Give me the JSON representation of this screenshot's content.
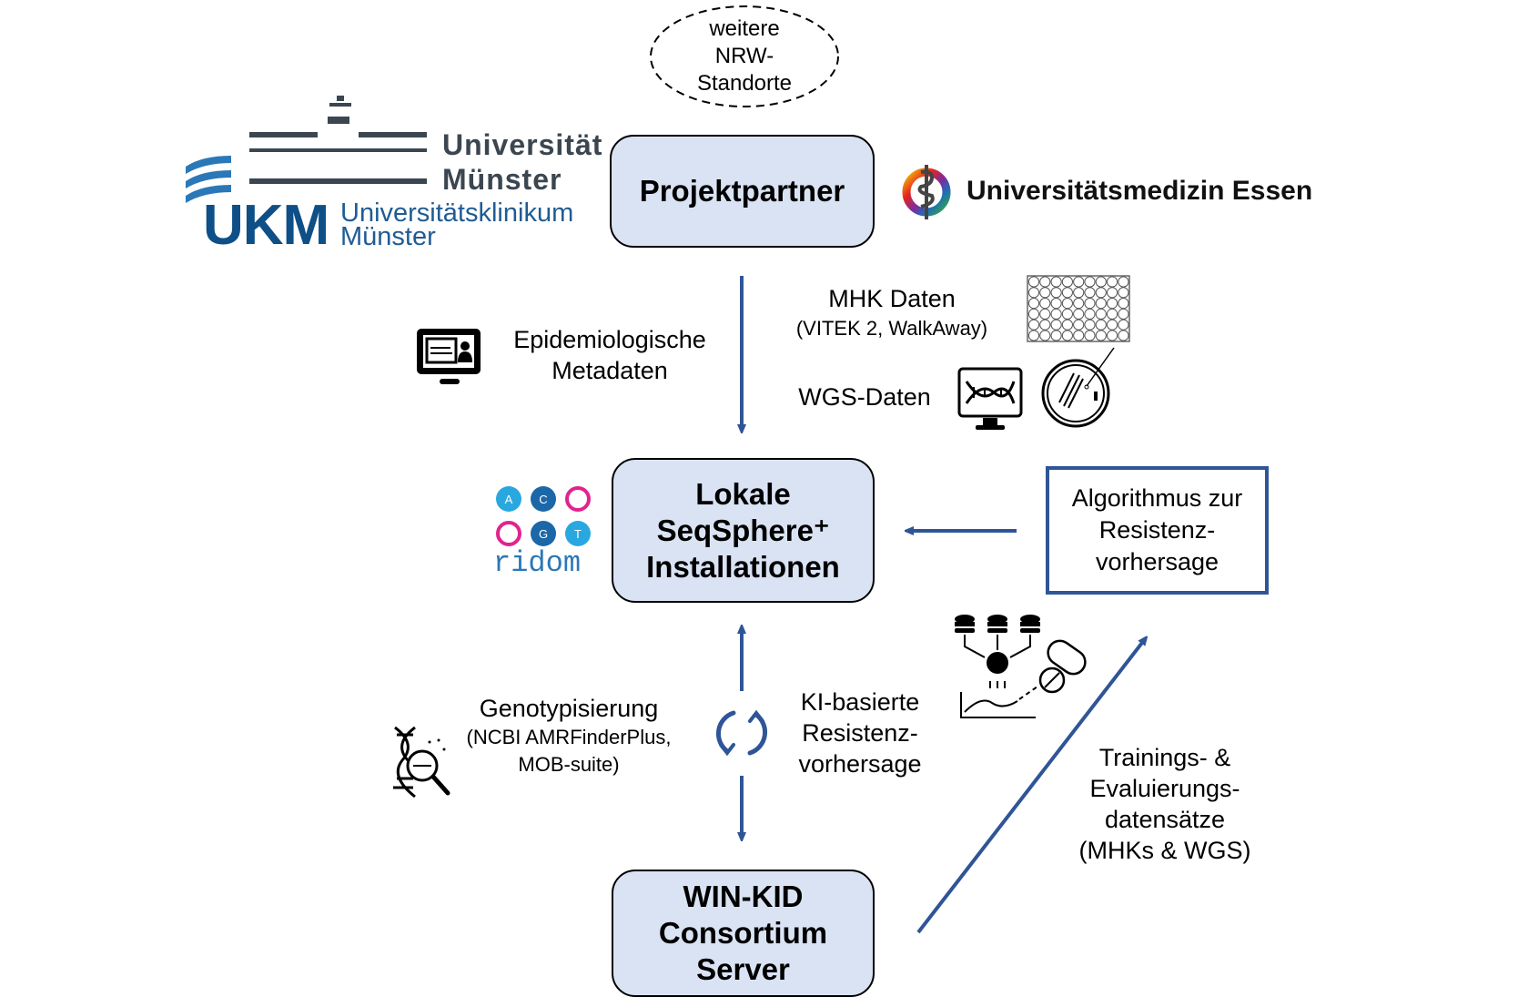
{
  "colors": {
    "node_fill": "#dae3f3",
    "arrow": "#2f5597",
    "ukm_blue": "#0d4f86",
    "ukm_gray": "#3b4650",
    "ridom_light_blue": "#29a8e0",
    "ridom_dark_blue": "#1c67a8",
    "ridom_magenta": "#e0248f"
  },
  "ellipse": {
    "lines": [
      "weitere",
      "NRW-",
      "Standorte"
    ]
  },
  "nodes": {
    "projektpartner": "Projektpartner",
    "lokale": [
      "Lokale",
      "SeqSphere⁺",
      "Installationen"
    ],
    "server": [
      "WIN-KID",
      "Consortium",
      "Server"
    ],
    "algorithmus": [
      "Algorithmus zur",
      "Resistenz-",
      "vorhersage"
    ]
  },
  "logos": {
    "uni_muenster": [
      "Universität",
      "Münster"
    ],
    "ukm": {
      "abbr": "UKM",
      "lines": [
        "Universitätsklinikum",
        "Münster"
      ]
    },
    "ume": "Universitätsmedizin Essen",
    "ridom": {
      "word": "ridom",
      "letters": [
        "A",
        "C",
        "G",
        "T"
      ]
    }
  },
  "labels": {
    "epidemiologische": [
      "Epidemiologische",
      "Metadaten"
    ],
    "mhk_title": "MHK Daten",
    "mhk_sub": "(VITEK 2, WalkAway)",
    "wgs": "WGS-Daten",
    "genotyp_title": "Genotypisierung",
    "genotyp_sub": [
      "(NCBI AMRFinderPlus,",
      "MOB-suite)"
    ],
    "ki": [
      "KI-basierte",
      "Resistenz-",
      "vorhersage"
    ],
    "training": [
      "Trainings- &",
      "Evaluierungs-",
      "datensätze",
      "(MHKs & WGS)"
    ]
  },
  "icons": {
    "monitor_user": "monitor-user-icon",
    "well_plate": "well-plate-icon",
    "dna_monitor": "dna-monitor-icon",
    "petri_dish": "petri-dish-icon",
    "dna_search": "dna-search-icon",
    "cycle": "cycle-icon",
    "ai_model": "ai-model-icon",
    "pills": "pills-icon"
  }
}
